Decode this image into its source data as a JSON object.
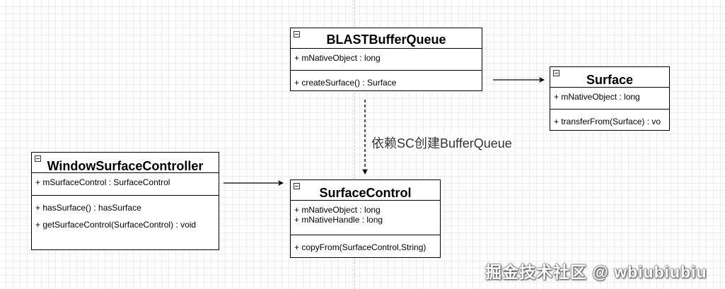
{
  "classes": {
    "blast": {
      "name": "BLASTBufferQueue",
      "attributes": [
        "+ mNativeObject : long"
      ],
      "methods": [
        "+ createSurface() : Surface"
      ]
    },
    "surface": {
      "name": "Surface",
      "attributes": [
        "+ mNativeObject : long"
      ],
      "methods": [
        "+ transferFrom(Surface) : vo"
      ]
    },
    "wsc": {
      "name": "WindowSurfaceController",
      "attributes": [
        "+ mSurfaceControl : SurfaceControl"
      ],
      "methods": [
        "+ hasSurface() : hasSurface",
        "+ getSurfaceControl(SurfaceControl) : void"
      ]
    },
    "sc": {
      "name": "SurfaceControl",
      "attributes": [
        "+ mNativeObject : long",
        "+ mNativeHandle : long"
      ],
      "methods": [
        "+ copyFrom(SurfaceControl,String)"
      ]
    }
  },
  "relations": {
    "dependency_label": "依赖SC创建BufferQueue"
  },
  "watermark": "掘金技术社区 @ wbiubiubiu",
  "colors": {
    "line": "#000000",
    "grid": "#ededed"
  }
}
